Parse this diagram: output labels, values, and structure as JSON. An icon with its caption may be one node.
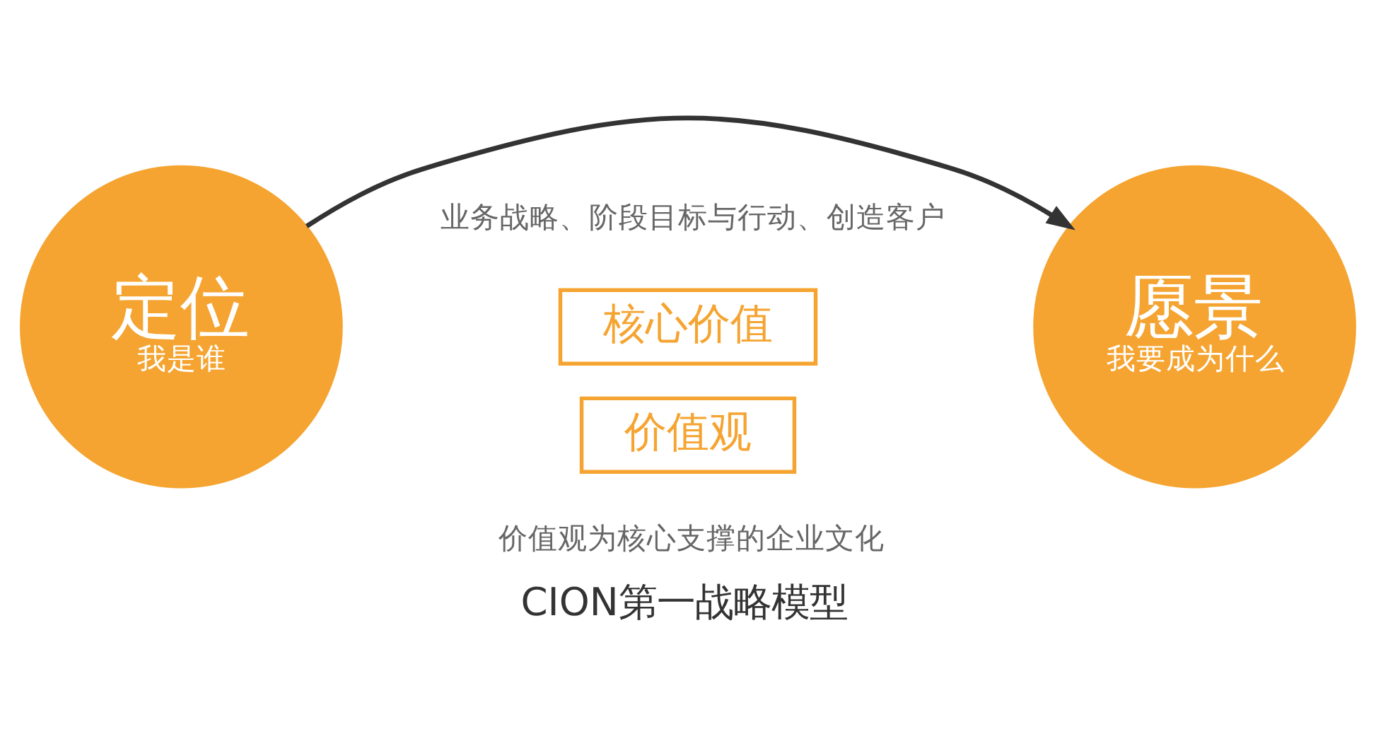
{
  "diagram": {
    "caption": "CION第一战略模型",
    "nodes": [
      {
        "text": [
          "定位",
          "我是谁"
        ]
      },
      {
        "text": [
          "愿景",
          "我要成为什么"
        ]
      },
      {
        "text": [
          "核心价值"
        ]
      },
      {
        "text": [
          "价值观"
        ]
      }
    ],
    "edges": [
      {
        "from": 0,
        "to": 1,
        "arrow": "to"
      }
    ],
    "labels": [
      "业务战略、阶段目标与行动、创造客户",
      "价值观为核心支撑的企业文化"
    ]
  }
}
